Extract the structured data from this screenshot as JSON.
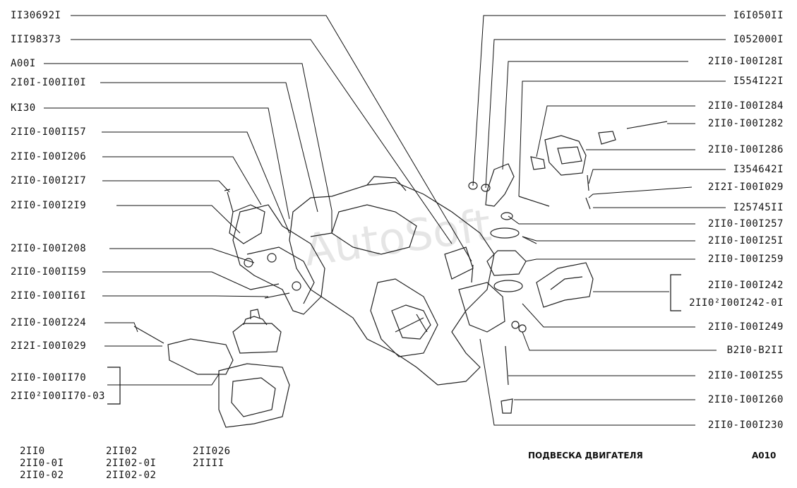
{
  "labels_left": [
    "II30692I",
    "III98373",
    "A00I",
    "2I0I-I00II0I",
    "KI30",
    "2II0-I00II57",
    "2II0-I00I206",
    "2II0-I00I2I7",
    "2II0-I00I2I9",
    "2II0-I00I208",
    "2II0-I00II59",
    "2II0-I00II6I",
    "2II0-I00I224",
    "2I2I-I00I029",
    "2II0-I00II70",
    "2II0²I00II70-03"
  ],
  "labels_right": [
    "I6I050II",
    "I052000I",
    "2II0-I00I28I",
    "I554I22I",
    "2II0-I00I284",
    "2II0-I00I282",
    "2II0-I00I286",
    "I354642I",
    "2I2I-I00I029",
    "I25745II",
    "2II0-I00I257",
    "2II0-I00I25I",
    "2II0-I00I259",
    "2II0-I00I242",
    "2II0²I00I242-0I",
    "2II0-I00I249",
    "B2I0-B2II",
    "2II0-I00I255",
    "2II0-I00I260",
    "2II0-I00I230"
  ],
  "footer": {
    "models_col1": [
      "2II0",
      "2II0-0I",
      "2II0-02"
    ],
    "models_col2": [
      "2II02",
      "2II02-0I",
      "2II02-02"
    ],
    "models_col3": [
      "2II026",
      "2IIII"
    ],
    "title": "ПОДВЕСКА ДВИГАТЕЛЯ",
    "code": "A010"
  },
  "watermark": "AutoSoft"
}
